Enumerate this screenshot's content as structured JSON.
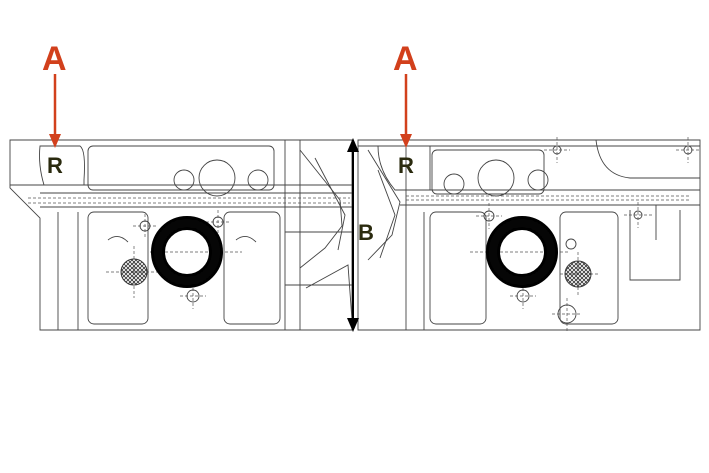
{
  "labels": {
    "a_left": "A",
    "a_right": "A",
    "r_left": "R",
    "r_right": "R",
    "b": "B"
  },
  "colors": {
    "callout_arrow": "#d2401c",
    "label_text": "#2a2a0e",
    "dimension": "#000000",
    "drawing_line": "#444444",
    "ring": "#000000"
  }
}
